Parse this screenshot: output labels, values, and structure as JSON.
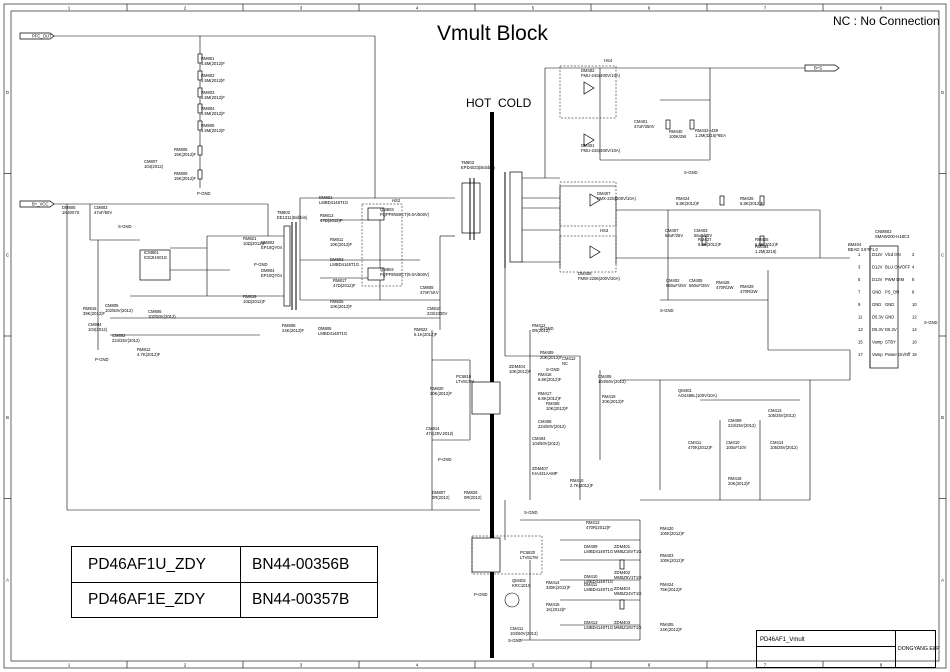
{
  "title": "Vmult Block",
  "note": "NC : No Connection",
  "region_labels": {
    "hot": "HOT",
    "cold": "COLD"
  },
  "border": {
    "columns": [
      "1",
      "2",
      "3",
      "4",
      "5",
      "6",
      "7",
      "8"
    ],
    "rows": [
      "D",
      "C",
      "B",
      "A"
    ]
  },
  "nets": {
    "top_left": "PFC_OUT",
    "mid_left": "B+_VCC",
    "top_right": "B+S"
  },
  "models": [
    {
      "model": "PD46AF1U_ZDY",
      "part": "BN44-00356B"
    },
    {
      "model": "PD46AF1E_ZDY",
      "part": "BN44-00357B"
    }
  ],
  "title_block": {
    "name": "PD46AF1_Vmult",
    "company": "DONGYANG E&P"
  },
  "components": {
    "RM801": [
      "RM801",
      "1.5M(2012)F"
    ],
    "RM802": [
      "RM802",
      "1.5M(2012)F"
    ],
    "RM803": [
      "RM803",
      "1.5M(2012)F"
    ],
    "RM804": [
      "RM804",
      "1.5M(2012)F"
    ],
    "RM805": [
      "RM805",
      "1.5M(2012)F"
    ],
    "RM806": [
      "RM806",
      "15K(2012)F"
    ],
    "RM809": [
      "RM809",
      "15K(2012)F"
    ],
    "CM807": [
      "CM807",
      "104(2012)"
    ],
    "DM805": [
      "DM805",
      "1N4007S"
    ],
    "CM803": [
      "CM803",
      "47uF/50V"
    ],
    "ICM801": [
      "ICM801",
      "ICE2HS01G"
    ],
    "RM815": [
      "RM815",
      "39K(2012)F"
    ],
    "CM805": [
      "CM805",
      "102/50V(2012)"
    ],
    "CM806": [
      "CM806",
      "102/50V(2012)"
    ],
    "CM804": [
      "CM804",
      "104(2012)"
    ],
    "CM802": [
      "CM802",
      "224/25V(2012)"
    ],
    "RM812": [
      "RM812",
      "4.7K(2012)F"
    ],
    "RM821": [
      "RM821",
      "10Ω(2012)F"
    ],
    "RM819": [
      "RM819",
      "10Ω(2012)F"
    ],
    "RM808": [
      "RM808",
      "24K(2012)F"
    ],
    "TM802": [
      "TM802",
      "EE1311(Bobbin)"
    ],
    "DM802": [
      "DM802",
      "EP10QY04"
    ],
    "DM804": [
      "DM804",
      "EP10QY04"
    ],
    "DM801": [
      "DM801",
      "LMBD4148T1G"
    ],
    "RM813": [
      "RM813",
      "47Ω(2012)F"
    ],
    "RM811": [
      "RM811",
      "10K(2012)F"
    ],
    "DM803": [
      "DM803",
      "LMBD4148T1G"
    ],
    "RM817": [
      "RM817",
      "47Ω(2012)F"
    ],
    "DM806": [
      "DM806",
      "LMBD4148T1G"
    ],
    "RM825": [
      "RM825",
      "10K(2012)F"
    ],
    "QM803": [
      "QM803",
      "FQPF9N50CT(9.0A/500V)"
    ],
    "QM804": [
      "QM804",
      "FQPF9N50CT(9.0A/500V)"
    ],
    "HS2": [
      "HS2",
      ""
    ],
    "TM803": [
      "TM803",
      "EPD4033(Bobbin)"
    ],
    "CM808": [
      "CM808",
      "47nF/1KV"
    ],
    "CM810": [
      "CM810",
      "223/1000V"
    ],
    "RM822": [
      "RM822",
      "5.1K(2012)F"
    ],
    "RM820": [
      "RM820",
      "20K(2012)F"
    ],
    "PC5810": [
      "PC5810",
      "LTV817M"
    ],
    "CM814": [
      "CM814",
      "474(25V,2012)"
    ],
    "DM807": [
      "DM807",
      "0R(2012)"
    ],
    "RM826": [
      "RM826",
      "0R(2012)"
    ],
    "HS4": [
      "HS4",
      ""
    ],
    "DM402": [
      "DM402",
      "FMU-24S(400V/10A)"
    ],
    "DM401": [
      "DM401",
      "FMU-24S(400V/10A)"
    ],
    "CM401": [
      "CM401",
      "47uF/250V"
    ],
    "RM440": [
      "RM440",
      "100K/2W"
    ],
    "RM432": [
      "RM432~439",
      "1.2M(3216)*8EA"
    ],
    "DM407": [
      "DM407",
      "FMX-22S(200V/10A)"
    ],
    "HS3": [
      "HS3",
      ""
    ],
    "DM408": [
      "DM408",
      "FMW-2206(200V/20A)"
    ],
    "RM424": [
      "RM424",
      "6.8K(2012)F"
    ],
    "RM426": [
      "RM426",
      "6.8K(2012)F"
    ],
    "RM427": [
      "RM427",
      "6.8K(2012)F"
    ],
    "RM425": [
      "RM425",
      "6.8K(2012)F"
    ],
    "CM407": [
      "CM407",
      "56uF/25V"
    ],
    "CM403": [
      "CM403",
      "56uF/25V"
    ],
    "CM402": [
      "CM402",
      "560uF/25V"
    ],
    "CM405": [
      "CM405",
      "560uF/25V"
    ],
    "RM428": [
      "RM428",
      "470R/2W"
    ],
    "RM429": [
      "RM429",
      "470R/2W"
    ],
    "RM434": [
      "RM434",
      "1.2M(3216)"
    ],
    "BM404": [
      "BM404",
      "BEAD 3.5*9*1.0"
    ],
    "CNM802": [
      "CNM802",
      "SMAW200-H18C3"
    ],
    "connector_pins": [
      {
        "n": "1",
        "label": "D12V",
        "right": "Vlcd ON",
        "rn": "2"
      },
      {
        "n": "3",
        "label": "D12V",
        "right": "BLU ON/OFF",
        "rn": "4"
      },
      {
        "n": "5",
        "label": "D12V",
        "right": "PWM DIM",
        "rn": "6"
      },
      {
        "n": "7",
        "label": "GND",
        "right": "PS_ON",
        "rn": "8"
      },
      {
        "n": "9",
        "label": "GND",
        "right": "GND",
        "rn": "10"
      },
      {
        "n": "11",
        "label": "D5.3V",
        "right": "GND",
        "rn": "12"
      },
      {
        "n": "13",
        "label": "D5.3V",
        "right": "D5.3V",
        "rn": "14"
      },
      {
        "n": "15",
        "label": "Vamp",
        "right": "STBY",
        "rn": "16"
      },
      {
        "n": "17",
        "label": "Vamp",
        "right": "Power On/Off",
        "rn": "18"
      }
    ],
    "RM412": [
      "RM412",
      "0R(2012)"
    ],
    "RM409": [
      "RM409",
      "20K(2012)F"
    ],
    "CM412": [
      "CM412",
      "NC"
    ],
    "RM416": [
      "RM416",
      "6.8K(2012)F"
    ],
    "ZDM404": [
      "ZDM404",
      "10K(2012)F"
    ],
    "CM406": [
      "CM406",
      "104/50V(2012)"
    ],
    "RM417": [
      "RM417",
      "6.8K(2012)F"
    ],
    "RM408": [
      "RM408",
      "10K(2012)F"
    ],
    "RM419": [
      "RM419",
      "20K(2012)F"
    ],
    "CM408": [
      "CM408",
      "224/50V(2012)"
    ],
    "CM404": [
      "CM404",
      "104/50V(2012)"
    ],
    "ZDM407": [
      "ZDM407",
      "KIA431AAMP"
    ],
    "RM410": [
      "RM410",
      "2.7K(2012)F"
    ],
    "QM401": [
      "QM401",
      "AO4486L(100V/10A)"
    ],
    "CM409": [
      "CM409",
      "224/25V(2012)"
    ],
    "CM413": [
      "CM413",
      "105/25V(2012)"
    ],
    "CM411": [
      "CM411",
      "470K(2012)F"
    ],
    "CM410": [
      "CM410",
      "100uF/10V"
    ],
    "CM414": [
      "CM414",
      "105/25V(2012)"
    ],
    "RM418": [
      "RM418",
      "20K(2012)F"
    ],
    "RM413": [
      "RM413",
      "470R(2012)F"
    ],
    "RM420": [
      "RM420",
      "100K(2012)F"
    ],
    "RM403": [
      "RM403",
      "100K(2012)F"
    ],
    "RM424b": [
      "RM424",
      "75K(2012)F"
    ],
    "RM405": [
      "RM405",
      "24K(2012)F"
    ],
    "PC5820": [
      "PC5820",
      "LTV817M"
    ],
    "DM409": [
      "DM409",
      "LMBD4148T1G"
    ],
    "ZDM401": [
      "ZDM401",
      "MM5Z16VT1G"
    ],
    "DM410": [
      "DM410",
      "LMBD4148T1G"
    ],
    "ZDM402": [
      "ZDM402",
      "MM5Z5V1T1G"
    ],
    "DM411": [
      "DM411",
      "LMBD4148T1G"
    ],
    "ZDM404b": [
      "ZDM404",
      "MM5Z24VT1G"
    ],
    "DM413": [
      "DM413",
      "LMBD4148T1G"
    ],
    "ZDM403": [
      "ZDM403",
      "MM5Z18VT1G"
    ],
    "QM402": [
      "QM402",
      "KRC101S"
    ],
    "RM414": [
      "RM414",
      "330K(2012)F"
    ],
    "RM415": [
      "RM415",
      "1K(2012)F"
    ],
    "CM411b": [
      "CM411",
      "104/50V(2012)"
    ]
  },
  "grounds": {
    "p": "P-GND",
    "s": "S-GND"
  }
}
